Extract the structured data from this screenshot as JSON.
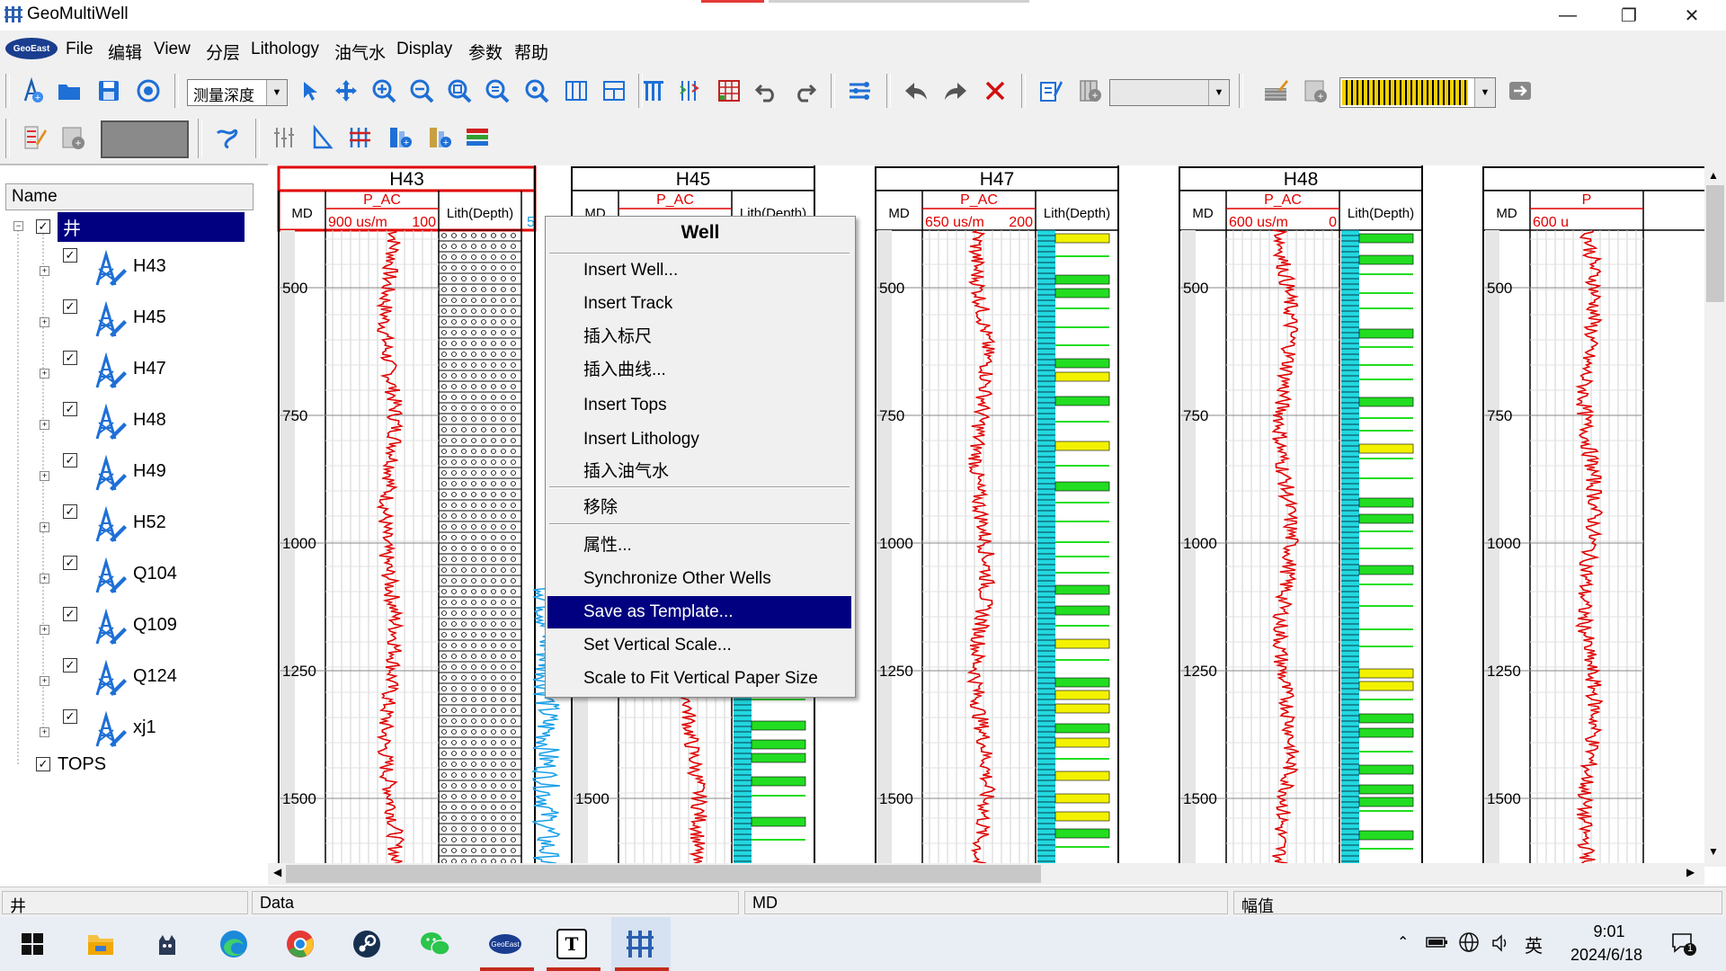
{
  "window": {
    "title": "GeoMultiWell",
    "controls": {
      "minimize": "—",
      "restore": "❐",
      "close": "✕"
    }
  },
  "menubar": {
    "logo": "GeoEast",
    "items": [
      "File",
      "编辑",
      "View",
      "分层",
      "Lithology",
      "油气水",
      "Display",
      "参数",
      "帮助"
    ]
  },
  "toolbar": {
    "depth_mode": "测量深度",
    "icons": [
      "add-well-icon",
      "open-folder-icon",
      "save-icon",
      "target-icon",
      "pointer-icon",
      "pan-icon",
      "zoom-in-icon",
      "zoom-out-icon",
      "zoom-fit-icon",
      "zoom-out-fit-icon",
      "zoom-window-icon",
      "track-icon",
      "layout-icon",
      "vertical-tracks-icon",
      "well-section-icon",
      "grid-icon",
      "undo-icon",
      "redo-icon",
      "settings-icon",
      "back-arrow-icon",
      "forward-arrow-icon",
      "delete-icon",
      "edit-icon",
      "add-track-icon",
      "pattern-icon",
      "add-item-icon",
      "export-icon"
    ],
    "color_preview": "",
    "row2_icons": [
      "curve-edit-icon",
      "add-tops-icon",
      "correlation-icon",
      "ruler-icon",
      "triangle-icon",
      "lith-pattern-icon",
      "add-well2-icon",
      "add-well3-icon",
      "color-bar-icon"
    ]
  },
  "tree": {
    "header": "Name",
    "root": "井",
    "wells": [
      "H43",
      "H45",
      "H47",
      "H48",
      "H49",
      "H52",
      "Q104",
      "Q109",
      "Q124",
      "xj1"
    ],
    "tops": "TOPS"
  },
  "canvas": {
    "wells": [
      {
        "name": "H43",
        "md": "MD",
        "curve": "P_AC",
        "scale_left": "900 us/m",
        "scale_right": "100",
        "lith": "Lith(Depth)",
        "extra": "5"
      },
      {
        "name": "H45",
        "md": "MD",
        "curve": "P_AC",
        "scale_left": "",
        "scale_right": "",
        "lith": "Lith(Depth)"
      },
      {
        "name": "H47",
        "md": "MD",
        "curve": "P_AC",
        "scale_left": "650 us/m",
        "scale_right": "200",
        "lith": "Lith(Depth)"
      },
      {
        "name": "H48",
        "md": "MD",
        "curve": "P_AC",
        "scale_left": "600 us/m",
        "scale_right": "0",
        "lith": "Lith(Depth)"
      },
      {
        "name": "",
        "md": "MD",
        "curve": "P",
        "scale_left": "600 u",
        "scale_right": "",
        "lith": ""
      }
    ],
    "depth_labels": [
      "500",
      "750",
      "1000",
      "1250",
      "1500"
    ]
  },
  "context_menu": {
    "title": "Well",
    "items": [
      {
        "label": "Insert Well...",
        "selected": false
      },
      {
        "label": "Insert Track",
        "selected": false
      },
      {
        "label": "插入标尺",
        "selected": false
      },
      {
        "label": "插入曲线...",
        "selected": false
      },
      {
        "label": "Insert Tops",
        "selected": false
      },
      {
        "label": "Insert Lithology",
        "selected": false
      },
      {
        "label": "插入油气水",
        "selected": false
      },
      {
        "label": "移除",
        "selected": false
      },
      {
        "label": "属性...",
        "selected": false
      },
      {
        "label": "Synchronize Other Wells",
        "selected": false
      },
      {
        "label": "Save as Template...",
        "selected": true
      },
      {
        "label": "Set Vertical Scale...",
        "selected": false
      },
      {
        "label": "Scale to Fit Vertical Paper Size",
        "selected": false
      }
    ]
  },
  "statusbar": {
    "cells": [
      "井",
      "Data",
      "MD",
      "幅值"
    ]
  },
  "taskbar": {
    "apps": [
      "windows-start-icon",
      "file-explorer-icon",
      "cat-app-icon",
      "edge-icon",
      "chrome-icon",
      "steam-icon",
      "wechat-icon",
      "geoeast-icon",
      "typora-icon",
      "geomultiwell-icon"
    ],
    "tray": {
      "ime": "英",
      "time": "9:01",
      "date": "2024/6/18",
      "notifications": "1"
    }
  },
  "colors": {
    "accent_select": "#000080",
    "curve_red": "#e00000",
    "curve_blue": "#1aa0e8",
    "lith_green": "#22dd22",
    "lith_yellow": "#f2f200",
    "lith_cyan": "#22d8e0",
    "active_border": "#e00000"
  }
}
